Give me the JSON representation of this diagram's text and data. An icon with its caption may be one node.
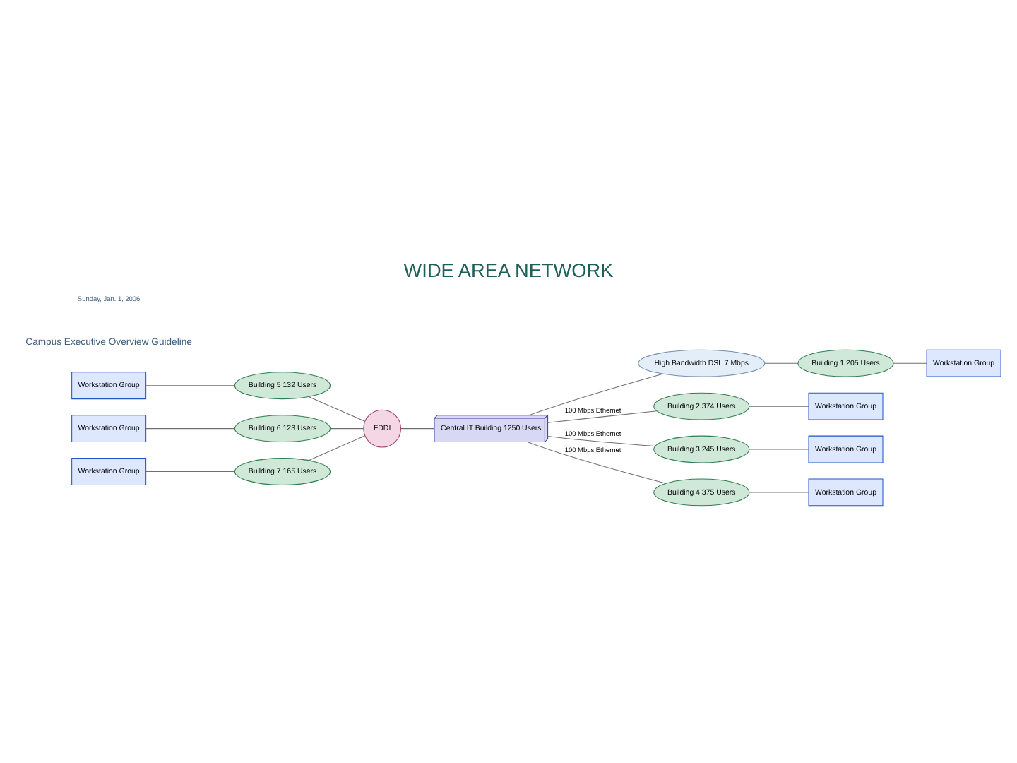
{
  "diagram": {
    "title": "WIDE AREA NETWORK",
    "nodes": [
      {
        "text": [
          "Workstation Group"
        ]
      },
      {
        "text": [
          "Building 5 132 Users"
        ]
      },
      {
        "text": [
          "Workstation Group"
        ]
      },
      {
        "text": [
          "Building 6 123 Users"
        ]
      },
      {
        "text": [
          "Workstation Group"
        ]
      },
      {
        "text": [
          "Building 7 165 Users"
        ]
      },
      {
        "text": [
          "FDDI"
        ]
      },
      {
        "text": [
          "Central IT Building 1250 Users"
        ]
      },
      {
        "text": [
          "High Bandwidth DSL 7 Mbps"
        ]
      },
      {
        "text": [
          "Building 1 205 Users"
        ]
      },
      {
        "text": [
          "Workstation Group"
        ]
      },
      {
        "text": [
          "Building 2 374 Users"
        ]
      },
      {
        "text": [
          "Workstation Group"
        ]
      },
      {
        "text": [
          "Building 3 245 Users"
        ]
      },
      {
        "text": [
          "Workstation Group"
        ]
      },
      {
        "text": [
          "Building 4 375 Users"
        ]
      },
      {
        "text": [
          "Workstation Group"
        ]
      }
    ],
    "edges": [
      {
        "from": 0,
        "to": 1,
        "arrow": "none"
      },
      {
        "from": 1,
        "to": 6,
        "arrow": "none"
      },
      {
        "from": 2,
        "to": 3,
        "arrow": "none"
      },
      {
        "from": 3,
        "to": 6,
        "arrow": "none"
      },
      {
        "from": 4,
        "to": 5,
        "arrow": "none"
      },
      {
        "from": 5,
        "to": 6,
        "arrow": "none"
      },
      {
        "from": 6,
        "to": 7,
        "arrow": "none"
      },
      {
        "from": 7,
        "to": 8,
        "arrow": "none"
      },
      {
        "from": 8,
        "to": 9,
        "arrow": "none"
      },
      {
        "from": 7,
        "to": 11,
        "arrow": "none",
        "label": "100 Mbps Ethernet"
      },
      {
        "from": 7,
        "to": 13,
        "arrow": "none",
        "label": "100 Mbps Ethernet"
      },
      {
        "from": 7,
        "to": 15,
        "arrow": "none",
        "label": "100 Mbps Ethernet"
      },
      {
        "from": 9,
        "to": 10,
        "arrow": "none"
      },
      {
        "from": 11,
        "to": 12,
        "arrow": "none"
      },
      {
        "from": 13,
        "to": 14,
        "arrow": "none"
      },
      {
        "from": 15,
        "to": 16,
        "arrow": "none"
      }
    ],
    "labels": [
      "Campus Executive Overview Guideline",
      "Sunday, Jan. 1, 2006"
    ]
  }
}
